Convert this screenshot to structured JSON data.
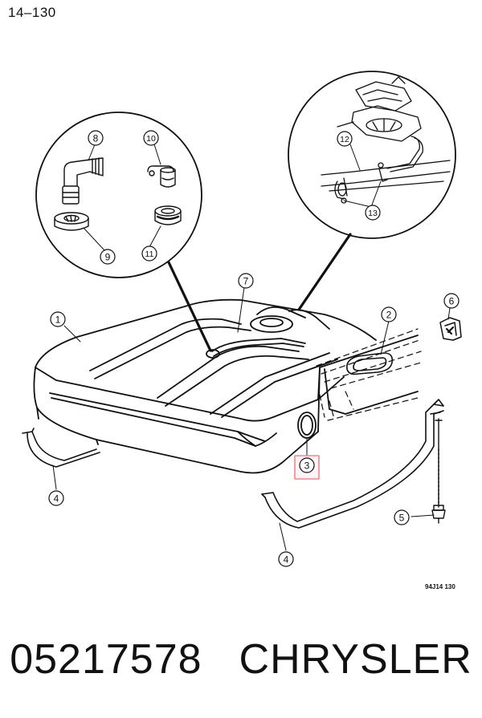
{
  "page_number": "14–130",
  "figure_code": "94J14 130",
  "part_number": "05217578",
  "brand": "CHRYSLER",
  "highlight_color": "#e98a8f",
  "callouts": {
    "c1": "1",
    "c2": "2",
    "c3": "3",
    "c4a": "4",
    "c4b": "4",
    "c5": "5",
    "c6": "6",
    "c7": "7",
    "c8": "8",
    "c9": "9",
    "c10": "10",
    "c11": "11",
    "c12": "12",
    "c13": "13"
  }
}
